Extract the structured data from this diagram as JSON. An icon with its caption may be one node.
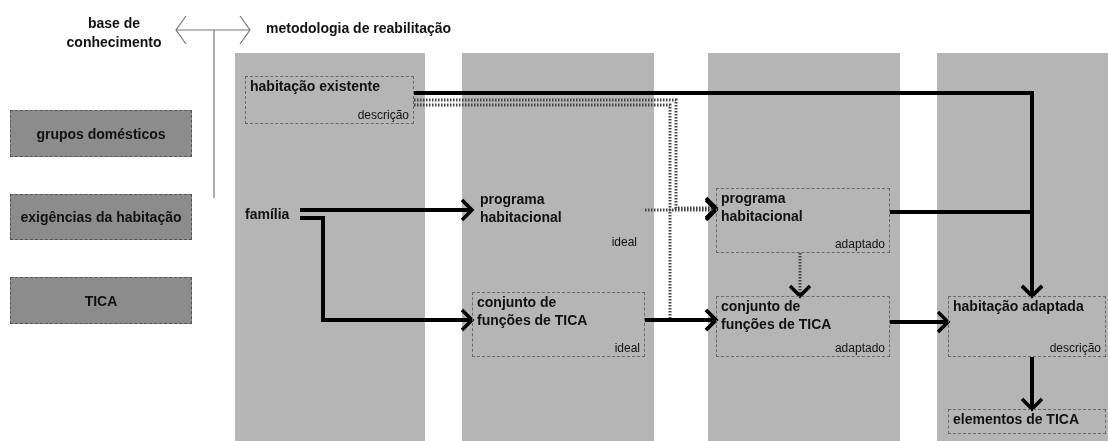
{
  "diagram": {
    "nodes": [
      {
        "text": [
          "grupos domésticos"
        ]
      },
      {
        "text": [
          "exigências da habitação"
        ]
      },
      {
        "text": [
          "TICA"
        ]
      },
      {
        "text": [],
        "shape": "bar"
      },
      {
        "text": [],
        "shape": "bar"
      },
      {
        "text": [],
        "shape": "bar"
      },
      {
        "text": [],
        "shape": "bar"
      },
      {
        "text": [
          "habitação existente",
          "descrição"
        ],
        "in": 3
      },
      {
        "text": [
          "família"
        ],
        "in": 3
      },
      {
        "text": [
          "programa habitacional",
          "ideal"
        ],
        "in": 4
      },
      {
        "text": [
          "conjunto de funções de TICA",
          "ideal"
        ],
        "in": 4
      },
      {
        "text": [
          "programa habitacional",
          "adaptado"
        ],
        "in": 5
      },
      {
        "text": [
          "conjunto de funções de TICA",
          "adaptado"
        ],
        "in": 5
      },
      {
        "text": [
          "habitação adaptada",
          "descrição"
        ],
        "in": 6
      },
      {
        "text": [
          "elementos de TICA"
        ],
        "in": 6
      }
    ],
    "edges": [
      {
        "from": 7,
        "to": 13,
        "arrow": "to"
      },
      {
        "from": 7,
        "to": 11,
        "arrow": "to",
        "style": "dashed"
      },
      {
        "from": 7,
        "to": 12,
        "arrow": "to",
        "style": "dashed"
      },
      {
        "from": 8,
        "to": 9,
        "arrow": "to"
      },
      {
        "from": 8,
        "to": 10,
        "arrow": "to"
      },
      {
        "from": 9,
        "to": 11,
        "arrow": "to",
        "style": "dashed"
      },
      {
        "from": 10,
        "to": 12,
        "arrow": "to"
      },
      {
        "from": 11,
        "to": 12,
        "arrow": "to",
        "style": "dashed"
      },
      {
        "from": 11,
        "to": 13,
        "arrow": "to"
      },
      {
        "from": 12,
        "to": 13,
        "arrow": "to"
      },
      {
        "from": 13,
        "to": 14,
        "arrow": "to"
      }
    ],
    "labels": [
      "base de conhecimento",
      "metodologia de reabilitação"
    ]
  }
}
